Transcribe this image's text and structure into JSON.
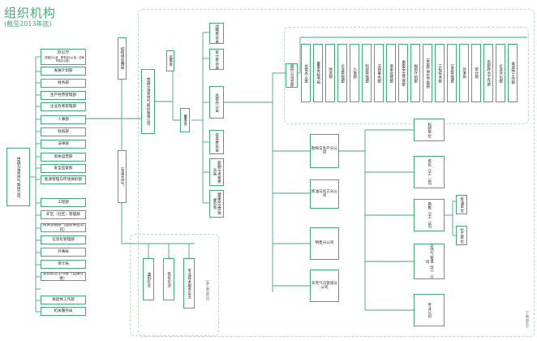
{
  "header": {
    "title": "组织机构",
    "subtitle": "(截至2013年底)"
  },
  "root": {
    "label": "中国石油天然气集团公司"
  },
  "hq_departments": {
    "office": {
      "name": "办公厅",
      "note": "（党组办公室、董事会办公室、法律事务办公室）"
    },
    "items": [
      "发展计划部",
      "财务部",
      "生产经营管理部",
      "企业改革管理部",
      "人事部",
      "科技部",
      "法律部",
      "资本运营部",
      "安全监督部",
      "能源管理与环境保护部",
      "工程部",
      "矿区（社区）管理部",
      "物资装备部（国际事业公司）",
      "信息化管理部",
      "外事局",
      "审计局",
      "思想政治工作部（直属党委）",
      "离退休工作部",
      "机关服务局"
    ]
  },
  "mid_column": {
    "party_discipline": "纪检组监察局",
    "petrochina": "中国石油天然气股份有限公司",
    "cnooc_like": "石油天然气",
    "share_committee": "监事会",
    "board": "董事会"
  },
  "board_committees": [
    "战略委员会",
    "审计委员会",
    "提名委员会",
    "薪酬与考核委员会",
    "健康安全环保委员会"
  ],
  "management": {
    "label": "总裁办公会"
  },
  "petrochina_departments": {
    "head": "股份公司总部",
    "items": [
      "总裁办公室",
      "董事会秘书局",
      "财务部",
      "企业管理部",
      "人事部",
      "科技管理部",
      "法律事务部",
      "资本运营部",
      "质量安全环保部",
      "规划计划部",
      "安全环保与节能部",
      "工程技术部",
      "信息管理部",
      "外事局",
      "审计部",
      "思想政治工作部",
      "企业文化部",
      "离退休工作部"
    ]
  },
  "business_segments": [
    {
      "name": "勘探与生产分公司"
    },
    {
      "name": "炼油与化工分公司"
    },
    {
      "name": "销售分公司"
    },
    {
      "name": "天然气与管道分公司"
    }
  ],
  "subsidiaries": [
    "科研单位",
    "炼化（子）公司",
    "销售（子）公司",
    "天然气管道（子）公司",
    "专业公司"
  ],
  "side_units": [
    "炼油单位",
    "化工单位"
  ],
  "lower_group": {
    "items": [
      "油田企业",
      "炼化企业",
      "专业技术服务企业"
    ],
    "label": "（未上市部分）"
  },
  "right_note": "（上市部分）"
}
